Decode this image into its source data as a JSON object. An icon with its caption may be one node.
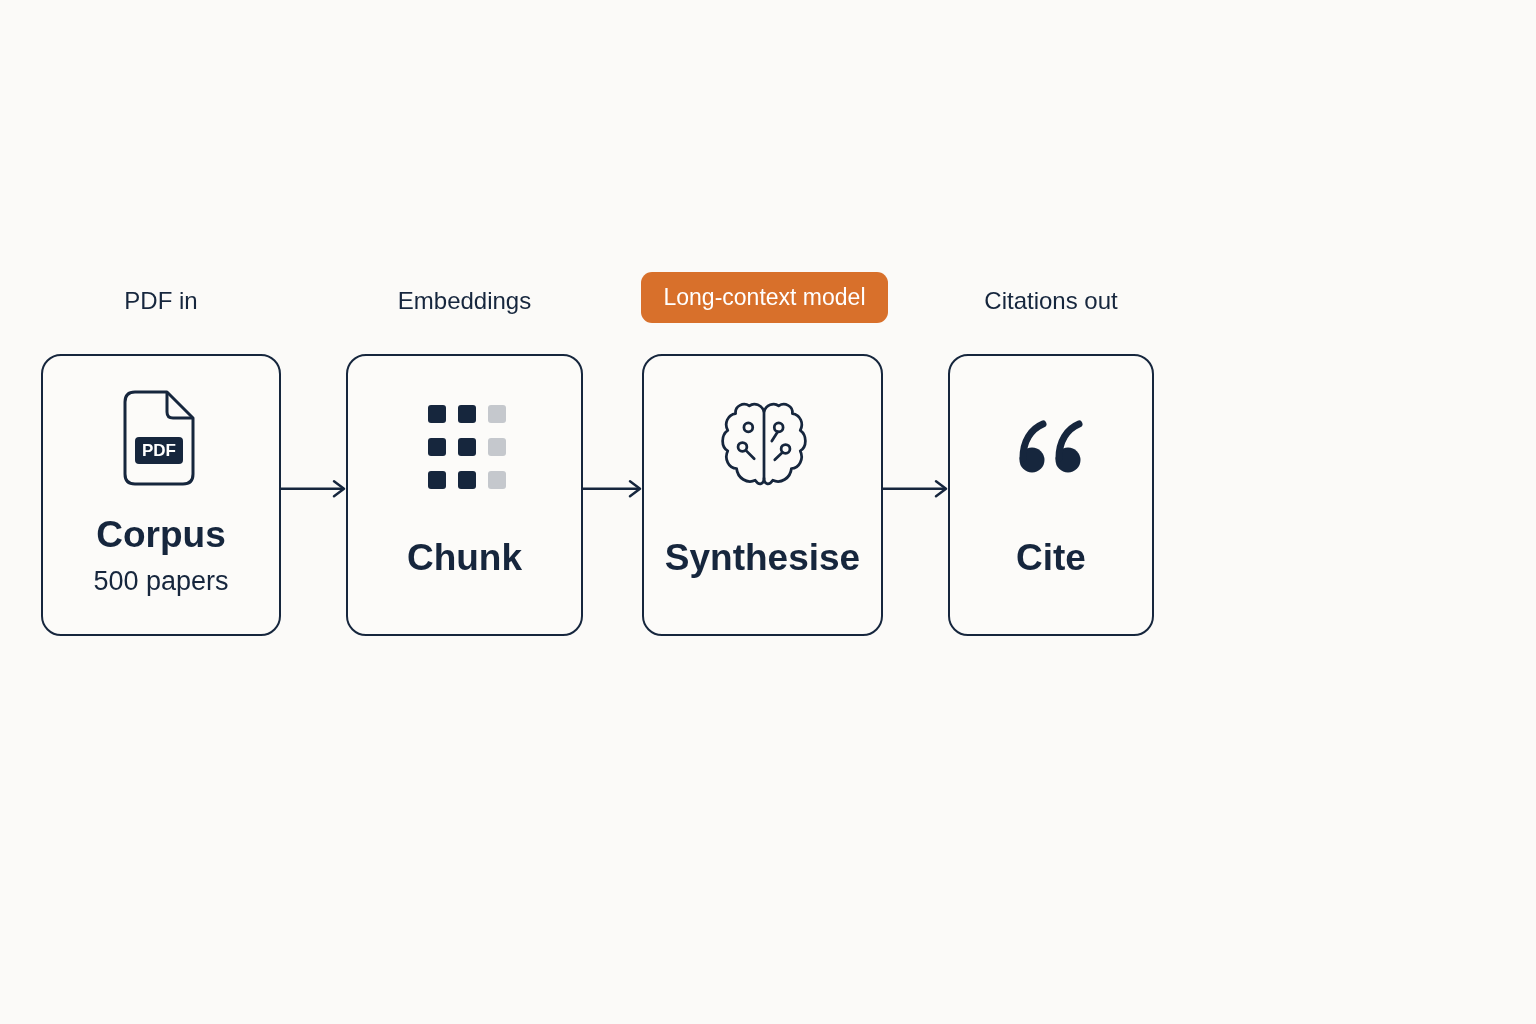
{
  "diagram": {
    "nodes": [
      {
        "text": [
          "PDF in",
          "PDF",
          "Corpus",
          "500 papers"
        ]
      },
      {
        "text": [
          "Embeddings",
          "Chunk"
        ]
      },
      {
        "text": [
          "Long-context model"
        ]
      },
      {
        "text": [
          "Synthesise"
        ]
      },
      {
        "text": [
          "Citations out",
          "Cite"
        ]
      }
    ],
    "edges": [
      {
        "from": 0,
        "to": 1,
        "arrow": "to"
      },
      {
        "from": 1,
        "to": 3,
        "arrow": "to"
      },
      {
        "from": 3,
        "to": 4,
        "arrow": "to"
      }
    ]
  }
}
